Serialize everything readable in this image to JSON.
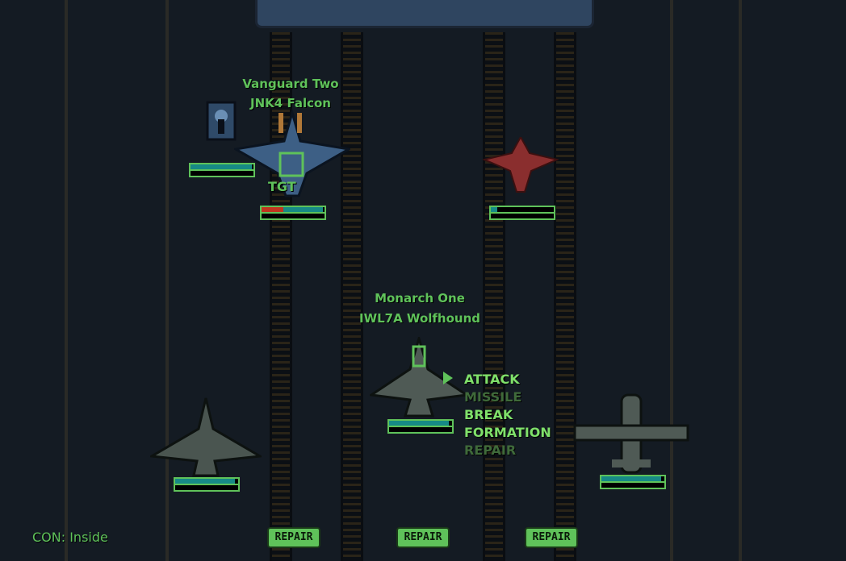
{
  "squad_leader": {
    "callsign": "Monarch One",
    "model": "IWL7A Wolfhound",
    "health": 0.95
  },
  "target": {
    "callsign": "Vanguard Two",
    "model": "JNK4 Falcon",
    "marker": "TGT",
    "health": 0.97,
    "damage": 0.35
  },
  "enemy": {
    "health": 0.1
  },
  "ally_left": {
    "health": 0.95
  },
  "ally_right": {
    "health": 0.95
  },
  "turret": {
    "health": 0.98
  },
  "command_menu": {
    "items": [
      {
        "label": "ATTACK",
        "enabled": true,
        "selected": true
      },
      {
        "label": "MISSILE",
        "enabled": false
      },
      {
        "label": "BREAK",
        "enabled": true
      },
      {
        "label": "FORMATION",
        "enabled": true
      },
      {
        "label": "REPAIR",
        "enabled": false
      }
    ]
  },
  "status": "CON: Inside",
  "repair_buttons": [
    "REPAIR",
    "REPAIR",
    "REPAIR"
  ],
  "colors": {
    "hud_green": "#5fc25a",
    "health": "#178a86",
    "damage": "#c0361f",
    "enemy": "#8a2e2e"
  }
}
